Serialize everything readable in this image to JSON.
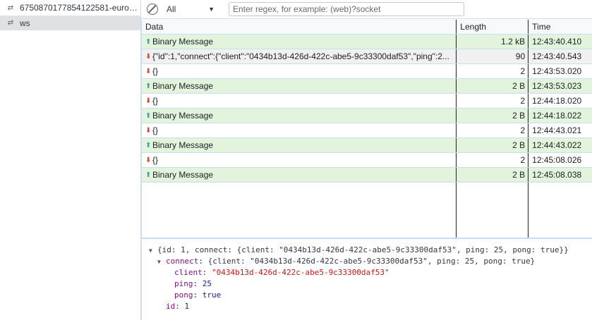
{
  "sidebar": {
    "connections": [
      {
        "label": "6750870177854122581-europ...",
        "icon": "websocket-arrows-icon",
        "selected": false
      },
      {
        "label": "ws",
        "icon": "websocket-arrows-icon",
        "selected": true
      }
    ]
  },
  "toolbar": {
    "clear_icon": "block-clear-icon",
    "filter_value": "All",
    "filter_arrow": "▼",
    "regex_placeholder": "Enter regex, for example: (web)?socket"
  },
  "table": {
    "columns": {
      "data": "Data",
      "length": "Length",
      "time": "Time"
    },
    "rows": [
      {
        "dir": "send",
        "arrow": "⬆",
        "data": "Binary Message",
        "length": "1.2 kB",
        "time": "12:43:40.410"
      },
      {
        "dir": "recv",
        "arrow": "⬇",
        "data": "{\"id\":1,\"connect\":{\"client\":\"0434b13d-426d-422c-abe5-9c33300daf53\",\"ping\":2...",
        "length": "90",
        "time": "12:43:40.543",
        "selected": true
      },
      {
        "dir": "recv",
        "arrow": "⬇",
        "data": "{}",
        "length": "2",
        "time": "12:43:53.020"
      },
      {
        "dir": "send",
        "arrow": "⬆",
        "data": "Binary Message",
        "length": "2 B",
        "time": "12:43:53.023"
      },
      {
        "dir": "recv",
        "arrow": "⬇",
        "data": "{}",
        "length": "2",
        "time": "12:44:18.020"
      },
      {
        "dir": "send",
        "arrow": "⬆",
        "data": "Binary Message",
        "length": "2 B",
        "time": "12:44:18.022"
      },
      {
        "dir": "recv",
        "arrow": "⬇",
        "data": "{}",
        "length": "2",
        "time": "12:44:43.021"
      },
      {
        "dir": "send",
        "arrow": "⬆",
        "data": "Binary Message",
        "length": "2 B",
        "time": "12:44:43.022"
      },
      {
        "dir": "recv",
        "arrow": "⬇",
        "data": "{}",
        "length": "2",
        "time": "12:45:08.026"
      },
      {
        "dir": "send",
        "arrow": "⬆",
        "data": "Binary Message",
        "length": "2 B",
        "time": "12:45:08.038"
      }
    ]
  },
  "details": {
    "root_summary": "{id: 1, connect: {client: \"0434b13d-426d-422c-abe5-9c33300daf53\", ping: 25, pong: true}}",
    "connect_key": "connect",
    "connect_summary": ": {client: \"0434b13d-426d-422c-abe5-9c33300daf53\", ping: 25, pong: true}",
    "client_key": "client",
    "client_value": "\"0434b13d-426d-422c-abe5-9c33300daf53\"",
    "ping_key": "ping",
    "ping_value": "25",
    "pong_key": "pong",
    "pong_value": "true",
    "id_key": "id",
    "id_value": "1"
  },
  "colors": {
    "send_row": "#e2f4dc",
    "selected_row": "#f1f1f1",
    "send_arrow": "#4aa0b8",
    "recv_arrow": "#e8433a",
    "border": "#cbdcf5"
  }
}
